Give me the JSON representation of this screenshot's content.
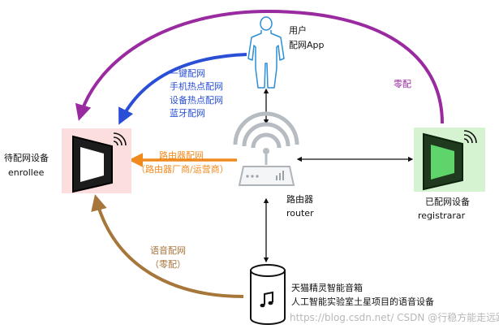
{
  "user": {
    "title": "用户",
    "app": "配网App"
  },
  "methods_user": [
    "一键配网",
    "手机热点配网",
    "设备热点配网",
    "蓝牙配网"
  ],
  "enrollee": {
    "label_cn": "待配网设备",
    "label_en": "enrollee"
  },
  "router": {
    "label_cn": "路由器",
    "label_en": "router"
  },
  "router_method": {
    "line1": "路由器配网",
    "line2": "（路由器厂商/运营商）"
  },
  "registrar": {
    "label_cn": "已配网设备",
    "label_en": "registrarar"
  },
  "zero_config": "零配",
  "voice_method": {
    "line1": "语音配网",
    "line2": "（零配）"
  },
  "speaker": {
    "line1": "天猫精灵智能音箱",
    "line2": "人工智能实验室土星项目的语音设备"
  },
  "watermark": "https://blog.csdn.net/ CSDN @行稳方能走远跨界",
  "colors": {
    "purple": "#9a2aa0",
    "blue": "#2a4fd6",
    "orange": "#f08a1e",
    "brown": "#a7763a",
    "enrollee_bg": "#fcdede",
    "registrar_bg": "#d6f3d1"
  }
}
